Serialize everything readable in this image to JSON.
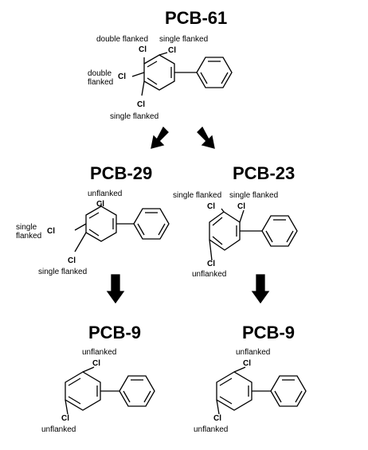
{
  "molecules": {
    "pcb61": {
      "name": "PCB-61",
      "cl_symbol": "Cl",
      "labels": {
        "top_left": "double flanked",
        "top_right": "single flanked",
        "left_line1": "double",
        "left_line2": "flanked",
        "bottom": "single flanked"
      }
    },
    "pcb29": {
      "name": "PCB-29",
      "cl_symbol": "Cl",
      "labels": {
        "top": "unflanked",
        "left_line1": "single",
        "left_line2": "flanked",
        "bottom": "single flanked"
      }
    },
    "pcb23": {
      "name": "PCB-23",
      "cl_symbol": "Cl",
      "labels": {
        "top_left": "single flanked",
        "top_right": "single flanked",
        "bottom": "unflanked"
      }
    },
    "pcb9_left": {
      "name": "PCB-9",
      "cl_symbol": "Cl",
      "labels": {
        "top": "unflanked",
        "bottom": "unflanked"
      }
    },
    "pcb9_right": {
      "name": "PCB-9",
      "cl_symbol": "Cl",
      "labels": {
        "top": "unflanked",
        "bottom": "unflanked"
      }
    }
  },
  "arrows": [
    "pcb61-to-pcb29",
    "pcb61-to-pcb23",
    "pcb29-to-pcb9",
    "pcb23-to-pcb9"
  ]
}
